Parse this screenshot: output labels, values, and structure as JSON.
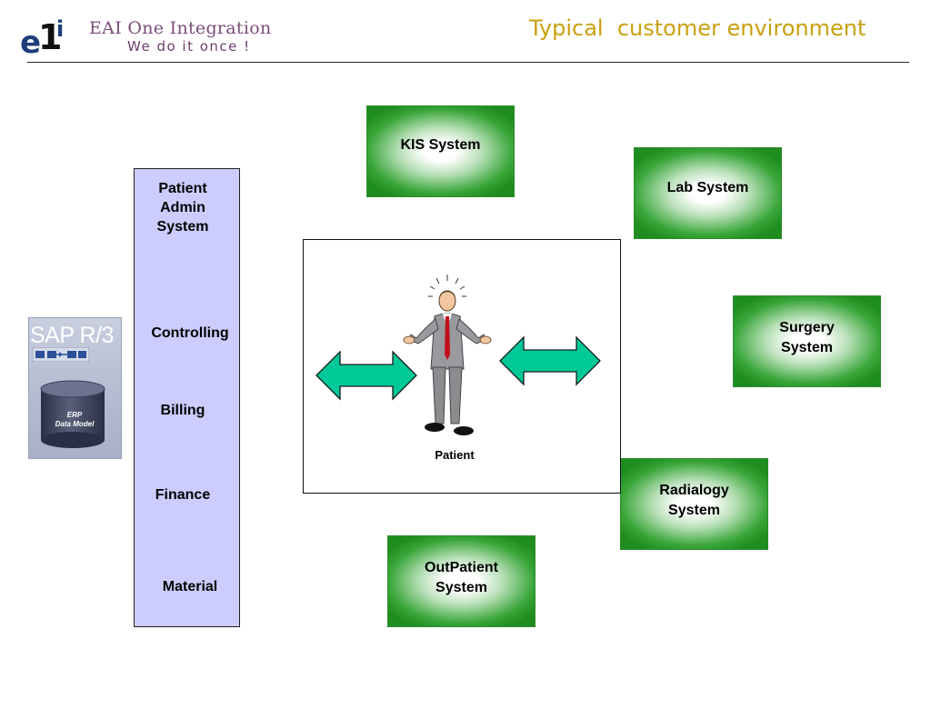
{
  "header": {
    "logo_letters": "e1i",
    "logo_title": "EAI One Integration",
    "logo_tagline": "We do it once !",
    "slide_title": "Typical  customer environment"
  },
  "systems": {
    "kis": "KIS System",
    "lab": "Lab System",
    "surgery_line1": "Surgery",
    "surgery_line2": "System",
    "radiology_line1": "Radialogy",
    "radiology_line2": "System",
    "outpatient_line1": "OutPatient",
    "outpatient_line2": "System"
  },
  "modules": {
    "patient_admin_line1": "Patient",
    "patient_admin_line2": "Admin",
    "patient_admin_line3": "System",
    "controlling": "Controlling",
    "billing": "Billing",
    "finance": "Finance",
    "material": "Material"
  },
  "sap": {
    "title": "SAP R/3",
    "db_label_line1": "ERP",
    "db_label_line2": "Data Model"
  },
  "center": {
    "patient_label": "Patient"
  },
  "colors": {
    "title_gold": "#c9a010",
    "logo_purple": "#7a4d7a",
    "box_green": "#1f8c1f",
    "module_lavender": "#ccccff",
    "arrow_teal": "#00c896"
  },
  "icons": {
    "arrow_left": "double-arrow-icon",
    "arrow_right": "double-arrow-icon",
    "person": "person-shrugging-icon",
    "database": "database-icon"
  }
}
